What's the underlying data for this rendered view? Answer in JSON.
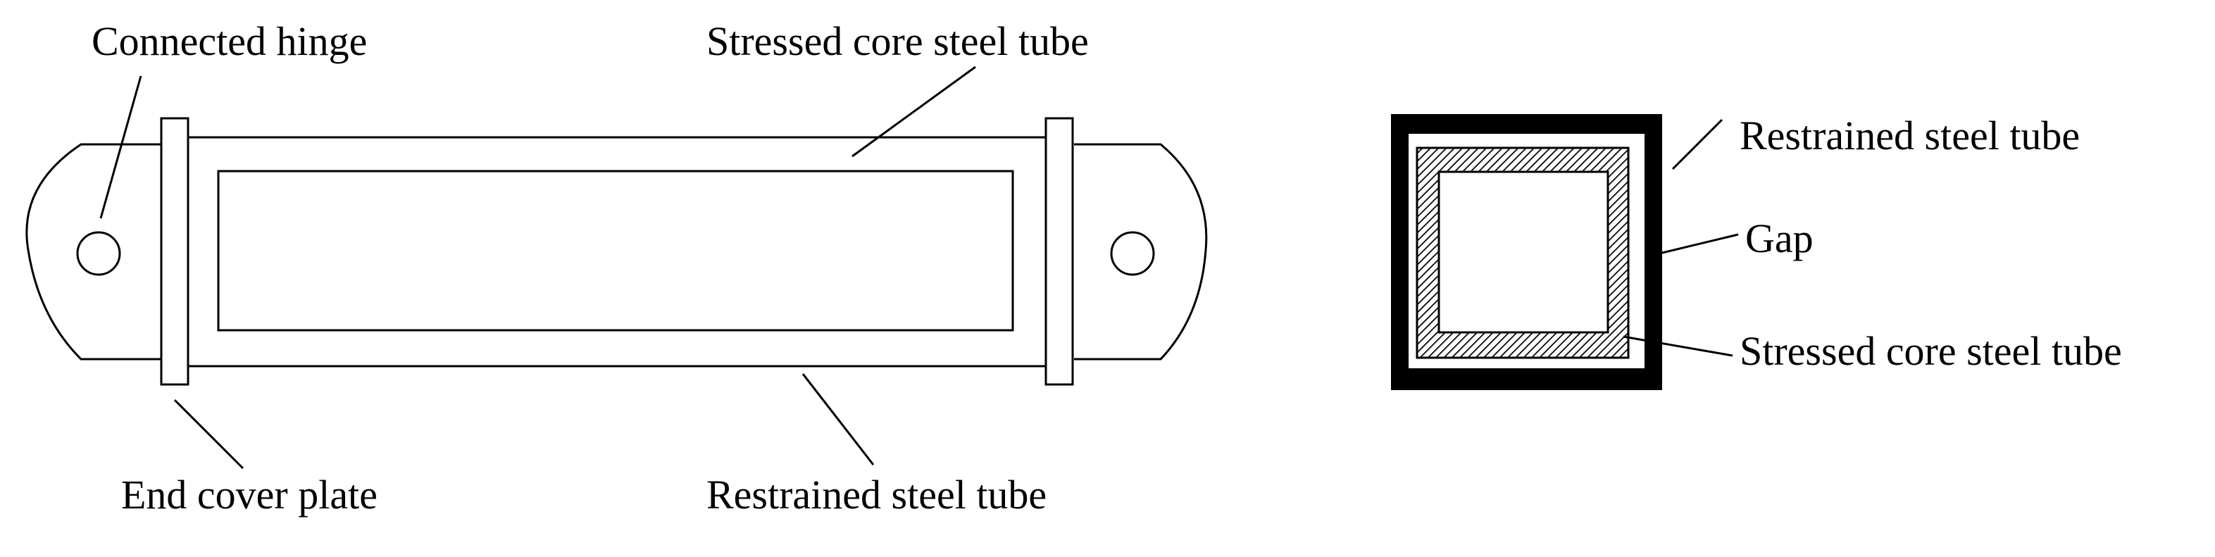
{
  "labels": {
    "connected_hinge": "Connected hinge",
    "stressed_core_top": "Stressed core steel tube",
    "end_cover_plate": "End cover plate",
    "restrained_bottom": "Restrained steel tube",
    "restrained_right": "Restrained steel tube",
    "gap": "Gap",
    "stressed_core_right": "Stressed core steel tube"
  },
  "colors": {
    "line": "#000000",
    "background": "#ffffff"
  }
}
